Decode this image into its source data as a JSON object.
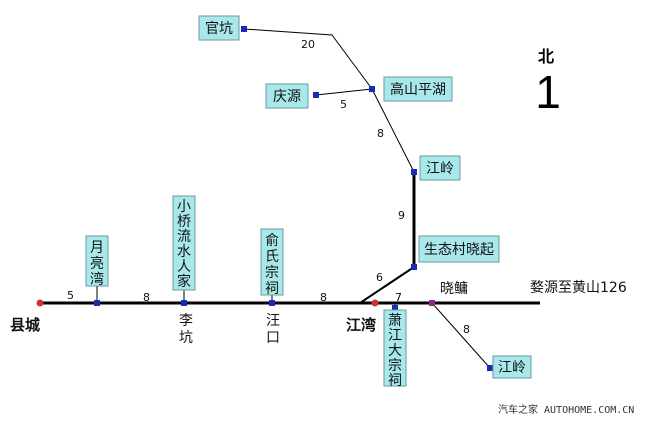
{
  "north": {
    "label": "北",
    "numeral": "1"
  },
  "places": {
    "guankeng": "官坑",
    "qingyuan": "庆源",
    "gaoshan_pinghu": "高山平湖",
    "jiangling_top": "江岭",
    "shengtaicun": "生态村晓起",
    "yueliangwan": [
      "月",
      "亮",
      "湾"
    ],
    "xiaoqiao": [
      "小",
      "桥",
      "流",
      "水",
      "人",
      "家"
    ],
    "yushi": [
      "俞",
      "氏",
      "宗",
      "祠"
    ],
    "xiaojiang": [
      "萧",
      "江",
      "大",
      "宗",
      "祠"
    ],
    "jiangling_bottom": "江岭",
    "xiancheng": "县城",
    "likeng": [
      "李",
      "坑"
    ],
    "wangkou": [
      "汪",
      "口"
    ],
    "jiangwan": "江湾",
    "xiaoyong": "晓鳙",
    "highway": "婺源至黄山126"
  },
  "distances": {
    "guankeng_gaoshan": "20",
    "qingyuan_gaoshan": "5",
    "gaoshan_jiangling": "8",
    "jiangling_shengtai": "9",
    "shengtai_jiangwan": "6",
    "jiangwan_xiaoyong": "7",
    "xiaoyong_jiangling": "8",
    "xiancheng_yueliang": "5",
    "yueliang_likeng": "8",
    "wangkou_jiangwan": "8"
  },
  "watermark": "汽车之家 AUTOHOME.COM.CN"
}
